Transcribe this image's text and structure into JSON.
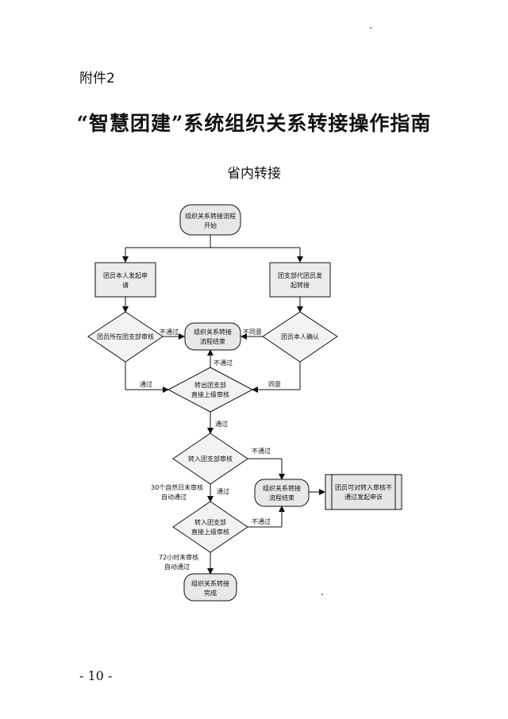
{
  "page": {
    "attachment": "附件2",
    "title": "“智慧团建”系统组织关系转接操作指南",
    "subtitle": "省内转接",
    "page_number": "- 10 -"
  },
  "flowchart": {
    "start": [
      "组织关系转接流程",
      "开始"
    ],
    "member_apply": [
      "团员本人发起申",
      "请"
    ],
    "branch_apply": [
      "团支部代团员发",
      "起转接"
    ],
    "branch_review": [
      "团员所在团支部审核"
    ],
    "member_confirm": [
      "团员本人确认"
    ],
    "end_top": [
      "组织关系转接",
      "流程结束"
    ],
    "out_review": [
      "转出团支部",
      "直接上级审核"
    ],
    "in_review": [
      "转入团支部审核"
    ],
    "end_mid": [
      "组织关系转接",
      "流程结束"
    ],
    "appeal": [
      "团员可对转入审核不",
      "通过发起申诉"
    ],
    "in_upper_review": [
      "转入团支部",
      "直接上级审核"
    ],
    "complete": [
      "组织关系转接",
      "完成"
    ],
    "labels": {
      "not_pass_1": "不通过",
      "disagree": "不同意",
      "not_pass_2": "不通过",
      "pass_1": "通过",
      "agree": "同意",
      "pass_2": "通过",
      "not_pass_3": "不通过",
      "auto_30_line1": "30个自然日未审核",
      "auto_30_line2": "自动通过",
      "pass_3": "通过",
      "not_pass_4": "不通过",
      "auto_72_line1": "72小时未审核",
      "auto_72_line2": "自动通过"
    }
  }
}
